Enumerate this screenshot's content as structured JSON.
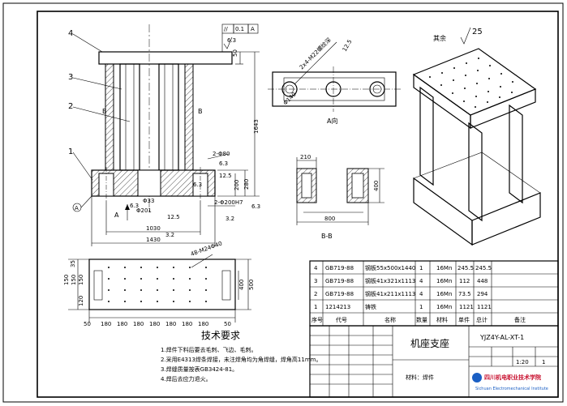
{
  "front_view": {
    "part_labels": [
      "1",
      "2",
      "3",
      "4"
    ],
    "section_marks": [
      "B",
      "B"
    ],
    "view_mark": "A",
    "circle_mark": "A",
    "dimensions": {
      "overall_height": "1643",
      "top_thickness": "50",
      "base_height": "280",
      "base_step": "200",
      "hole_top": "2-Φ80",
      "hole_bottom": "2-Φ200H7",
      "phi33": "Φ33",
      "phi201": "Φ201",
      "r1": "6.3",
      "r2": "12.5",
      "r3": "3.2",
      "r4": "3.2",
      "r5": "6.3",
      "r6": "6.3",
      "r7": "12.5",
      "r8": "3.2",
      "w1030": "1030",
      "w1430": "1430"
    },
    "gdt": {
      "symbol": "//",
      "value": "0.1",
      "datum": "A"
    },
    "surface_top": "6.3"
  },
  "a_view": {
    "title": "A向",
    "note": "2x4-M22螺纹深",
    "phi": "Φ140",
    "surface": "12.5"
  },
  "section_bb": {
    "title": "B-B",
    "d210": "210",
    "d400": "400",
    "d800": "800"
  },
  "top_view": {
    "holes": "48-M24Φ40",
    "left_dims": [
      "35",
      "150",
      "150",
      "150",
      "120"
    ],
    "right_dims": [
      "400",
      "500"
    ],
    "bottom_dims": [
      "50",
      "180",
      "180",
      "180",
      "180",
      "180",
      "180",
      "180",
      "50"
    ]
  },
  "iso_view": {
    "note": "其余",
    "roughness": "25"
  },
  "bom": {
    "rows": [
      {
        "no": "4",
        "code": "GB719-88",
        "name": "钢板55x500x1440",
        "qty": "1",
        "mat": "16Mn",
        "w1": "245.5",
        "w2": "245.5"
      },
      {
        "no": "3",
        "code": "GB719-88",
        "name": "钢板41x321x1113",
        "qty": "4",
        "mat": "16Mn",
        "w1": "112",
        "w2": "448"
      },
      {
        "no": "2",
        "code": "GB719-88",
        "name": "钢板41x211x1113",
        "qty": "4",
        "mat": "16Mn",
        "w1": "73.5",
        "w2": "294"
      },
      {
        "no": "1",
        "code": "1214213",
        "name": "铸铁",
        "qty": "1",
        "mat": "16Mn",
        "w1": "1121",
        "w2": "1121"
      }
    ],
    "header": [
      "序号",
      "代号",
      "名称",
      "数量",
      "材料",
      "单件",
      "总计",
      "备注"
    ]
  },
  "title_block": {
    "part_name": "机座支座",
    "drawing_no": "YJZ4Y-AL-XT-1",
    "material": "材料：焊件",
    "scale": "1:20",
    "sheet": "1",
    "school": "四川机电职业技术学院",
    "school_en": "Sichuan Electromechanical Institute"
  },
  "requirements": {
    "title": "技术要求",
    "lines": [
      "1.焊件下料后要去毛刺、飞边、毛刺。",
      "2.采用E4313焊条焊接，未注焊角均为角焊缝，焊角高11mm。",
      "3.焊缝质量按表GB3424-81。",
      "4.焊后去应力退火。"
    ]
  }
}
